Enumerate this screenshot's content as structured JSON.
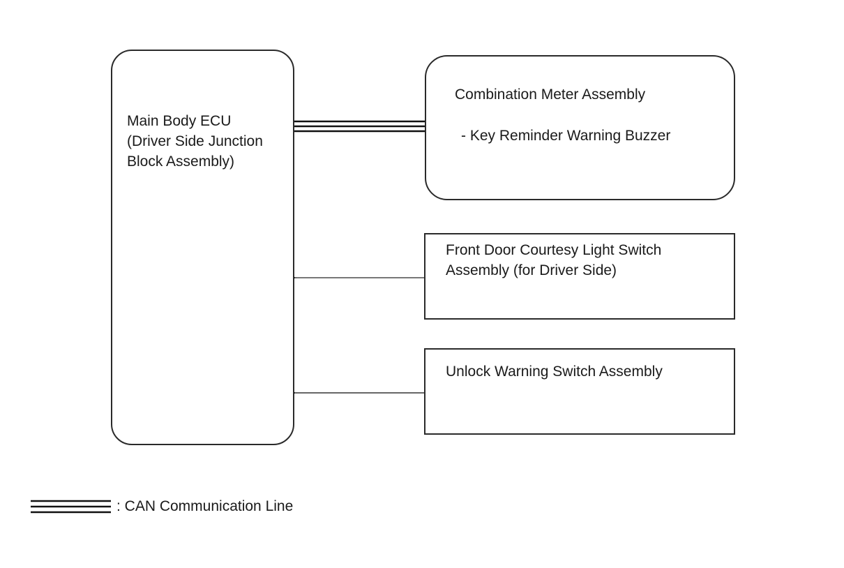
{
  "blocks": {
    "main_ecu": "Main Body ECU\n(Driver Side Junction\nBlock Assembly)",
    "combination_meter": {
      "title": "Combination Meter Assembly",
      "sub": "- Key Reminder Warning Buzzer"
    },
    "front_door_switch": "Front Door Courtesy Light Switch\nAssembly (for Driver Side)",
    "unlock_switch": "Unlock Warning Switch Assembly"
  },
  "legend": {
    "can_line": ": CAN Communication Line"
  }
}
